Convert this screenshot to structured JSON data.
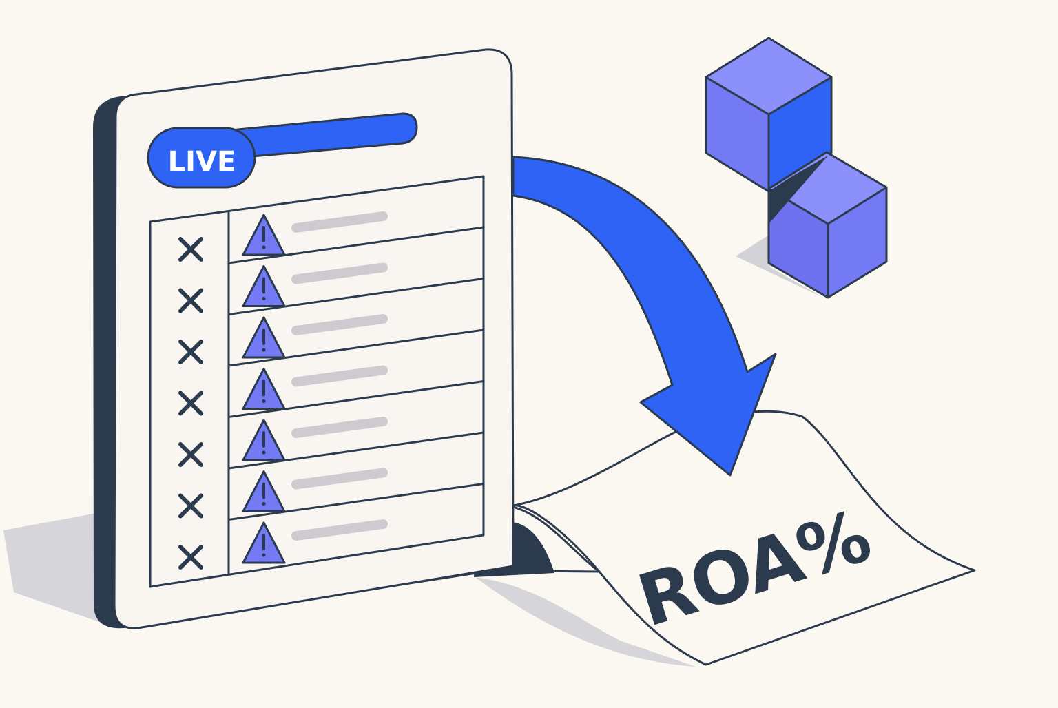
{
  "palette": {
    "background": "#FBF7F1",
    "ink": "#2C3A4E",
    "panel": "#F9F6F1",
    "accent_blue": "#2E63F5",
    "violet": "#7479F4",
    "violet_light": "#8B90FA",
    "shadow": "#D5D5DA",
    "placeholder_bar": "#CDCBCF"
  },
  "live_panel": {
    "badge_label": "LIVE",
    "row_count": 7,
    "row_status_icon": "x-mark-icon",
    "row_alert_icon": "warning-triangle-icon"
  },
  "curl_sheet": {
    "label": "ROA%"
  },
  "decor": {
    "arrow_icon": "curved-arrow-down-icon",
    "cubes_icon": "stacked-cubes-icon"
  }
}
